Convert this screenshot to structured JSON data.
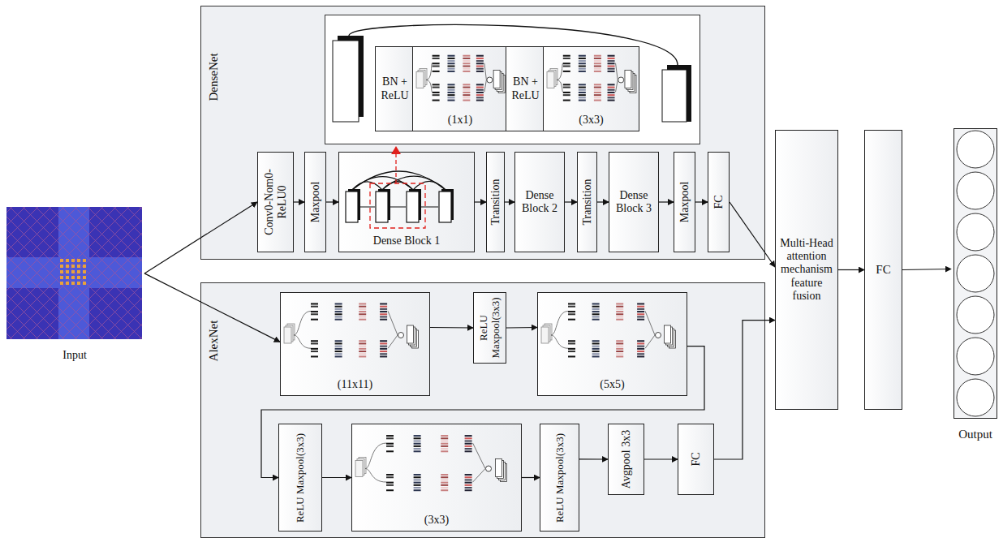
{
  "diagram": {
    "nodes": [
      {
        "text": [
          "Input"
        ]
      },
      {
        "text": [
          "DenseNet"
        ]
      },
      {
        "text": [
          "BN + ReLU"
        ],
        "in": 1
      },
      {
        "text": [
          "(1x1)"
        ],
        "in": 1
      },
      {
        "text": [
          "BN + ReLU"
        ],
        "in": 1
      },
      {
        "text": [
          "(3x3)"
        ],
        "in": 1
      },
      {
        "text": [
          "Conv0-Nom0-ReLU0"
        ],
        "in": 1
      },
      {
        "text": [
          "Maxpool"
        ],
        "in": 1
      },
      {
        "text": [
          "Dense Block 1"
        ],
        "in": 1
      },
      {
        "text": [
          "Transition"
        ],
        "in": 1
      },
      {
        "text": [
          "Dense Block 2"
        ],
        "in": 1
      },
      {
        "text": [
          "Transition"
        ],
        "in": 1
      },
      {
        "text": [
          "Dense Block 3"
        ],
        "in": 1
      },
      {
        "text": [
          "Maxpool"
        ],
        "in": 1
      },
      {
        "text": [
          "FC"
        ],
        "in": 1
      },
      {
        "text": [
          "AlexNet"
        ]
      },
      {
        "text": [
          "(11x11)"
        ],
        "in": 15
      },
      {
        "text": [
          "ReLU Maxpool(3x3)"
        ],
        "in": 15
      },
      {
        "text": [
          "(5x5)"
        ],
        "in": 15
      },
      {
        "text": [
          "ReLU Maxpool(3x3)"
        ],
        "in": 15
      },
      {
        "text": [
          "(3x3)"
        ],
        "in": 15
      },
      {
        "text": [
          "ReLU Maxpool(3x3)"
        ],
        "in": 15
      },
      {
        "text": [
          "Avgpool 3x3"
        ],
        "in": 15
      },
      {
        "text": [
          "FC"
        ],
        "in": 15
      },
      {
        "text": [
          "Multi-Head attention mechanism feature fusion"
        ]
      },
      {
        "text": [
          "FC"
        ]
      },
      {
        "text": [
          "Output"
        ]
      }
    ],
    "edges": [
      {
        "from": 0,
        "to": 6,
        "arrow": "to"
      },
      {
        "from": 0,
        "to": 16,
        "arrow": "to"
      },
      {
        "from": 6,
        "to": 7,
        "arrow": "to"
      },
      {
        "from": 7,
        "to": 8,
        "arrow": "to"
      },
      {
        "from": 8,
        "to": 9,
        "arrow": "to"
      },
      {
        "from": 9,
        "to": 10,
        "arrow": "to"
      },
      {
        "from": 10,
        "to": 11,
        "arrow": "to"
      },
      {
        "from": 11,
        "to": 12,
        "arrow": "to"
      },
      {
        "from": 12,
        "to": 13,
        "arrow": "to"
      },
      {
        "from": 13,
        "to": 14,
        "arrow": "to"
      },
      {
        "from": 14,
        "to": 24,
        "arrow": "to"
      },
      {
        "from": 16,
        "to": 17,
        "arrow": "to"
      },
      {
        "from": 17,
        "to": 18,
        "arrow": "to"
      },
      {
        "from": 18,
        "to": 19,
        "arrow": "to"
      },
      {
        "from": 19,
        "to": 20,
        "arrow": "to"
      },
      {
        "from": 20,
        "to": 21,
        "arrow": "to"
      },
      {
        "from": 21,
        "to": 22,
        "arrow": "to"
      },
      {
        "from": 22,
        "to": 23,
        "arrow": "to"
      },
      {
        "from": 23,
        "to": 24,
        "arrow": "to"
      },
      {
        "from": 24,
        "to": 25,
        "arrow": "to"
      },
      {
        "from": 25,
        "to": 26,
        "arrow": "to"
      }
    ]
  }
}
